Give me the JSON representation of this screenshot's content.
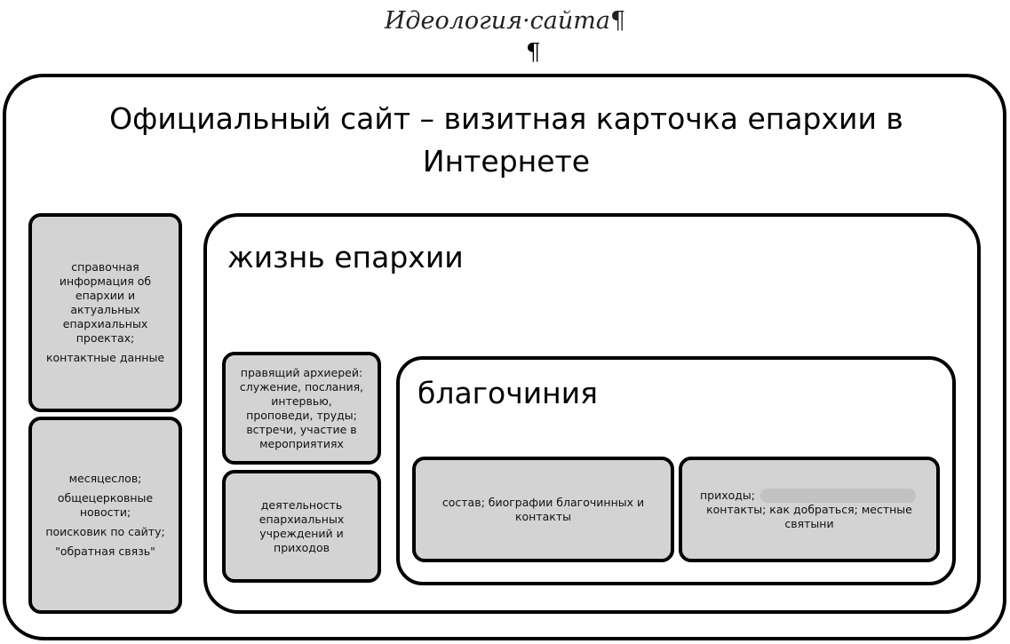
{
  "heading": "Идеология·сайта",
  "pilcrow": "¶",
  "main_title": "Официальный сайт – визитная карточка епархии в Интернете",
  "left_top": {
    "lines": [
      "справочная информация об епархии и актуальных епархиальных проектах;",
      "контактные данные"
    ]
  },
  "left_bottom": {
    "lines": [
      "месяцеслов;",
      "общецерковные новости;",
      "поисковик по сайту;",
      "\"обратная связь\""
    ]
  },
  "life": {
    "label": "жизнь епархии",
    "bishop": "правящий архиерей: служение, послания, интервью, проповеди, труды; встречи, участие в мероприятиях",
    "institutions": "деятельность епархиальных учреждений и приходов"
  },
  "deaneries": {
    "label": "благочиния",
    "composition": "состав; биографии благочинных и контакты",
    "parishes_1": "приходы;",
    "parishes_2": "контакты; как добраться; местные святыни"
  }
}
